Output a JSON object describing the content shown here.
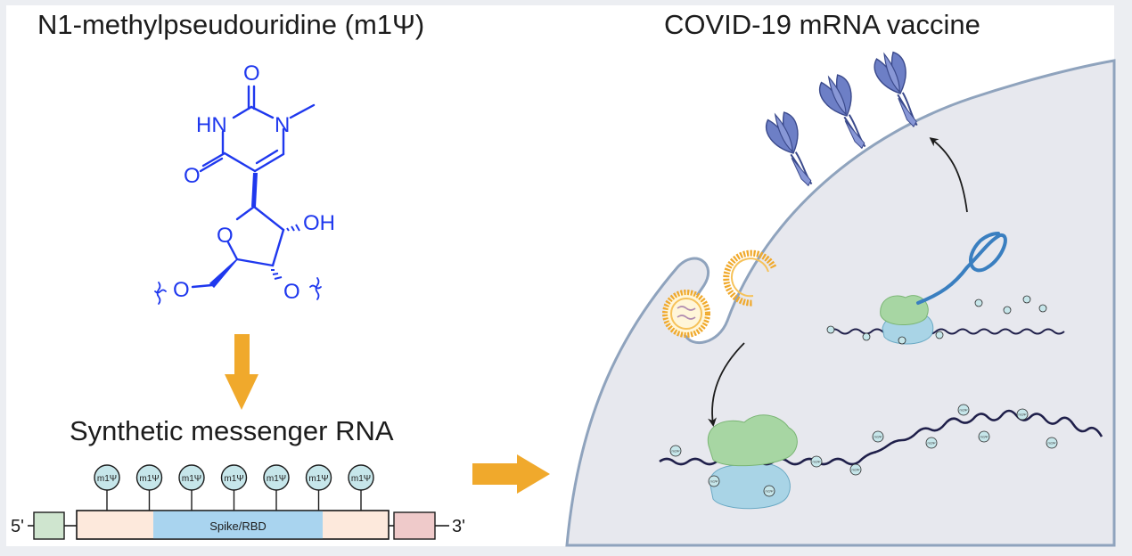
{
  "titles": {
    "left": "N1-methylpseudouridine (m1Ψ)",
    "right": "COVID-19 mRNA vaccine",
    "mrna": "Synthetic messenger RNA"
  },
  "molecule": {
    "atom_O_top": "O",
    "atom_HN": "HN",
    "atom_N": "N",
    "atom_O_left": "O",
    "atom_O_ring": "O",
    "atom_OH": "OH",
    "atom_O_5": "O",
    "atom_O_3": "O"
  },
  "mrna_construct": {
    "five_prime": "5'",
    "three_prime": "3'",
    "coding_label": "Spike/RBD",
    "modification_labels": [
      "m1Ψ",
      "m1Ψ",
      "m1Ψ",
      "m1Ψ",
      "m1Ψ",
      "m1Ψ",
      "m1Ψ"
    ]
  },
  "cell": {
    "modification_label": "m1Ψ"
  },
  "colors": {
    "molecule": "#1f38ee",
    "arrow": "#f0a92c",
    "cell_fill": "#e7e8ee",
    "membrane": "#8fa3bd",
    "spike": "#6d7fc6",
    "ribosome_large": "#a7d6a3",
    "ribosome_small": "#a9d4e6",
    "coding_region": "#a9d4ef",
    "utr": "#fde9dc",
    "cap_5": "#cfe5cf",
    "tail_3": "#efcaca"
  }
}
